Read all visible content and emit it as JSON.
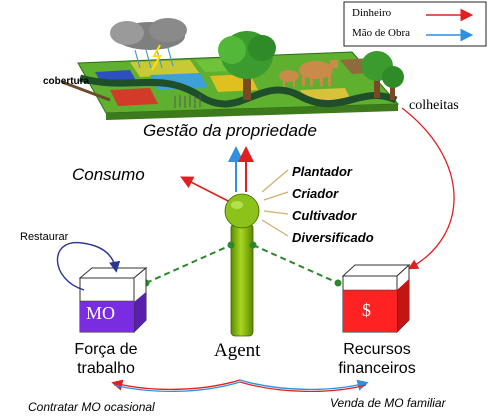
{
  "legend": {
    "money_label": "Dinheiro",
    "labor_label": "Mão de Obra",
    "money_color": "#e02020",
    "labor_color": "#2f8fe0"
  },
  "top": {
    "cover_label": "cobertura",
    "harvest_label": "colheitas",
    "property_title": "Gestão da propriedade"
  },
  "middle": {
    "consumption_label": "Consumo",
    "roles": [
      "Plantador",
      "Criador",
      "Cultivador",
      "Diversificado"
    ]
  },
  "labor_box": {
    "restore_label": "Restaurar",
    "box_text": "MO",
    "title_line1": "Força de",
    "title_line2": "trabalho",
    "color": "#7a2de0"
  },
  "agent": {
    "label": "Agent",
    "color": "#7db000"
  },
  "finance_box": {
    "box_text": "$",
    "title_line1": "Recursos",
    "title_line2": "financeiros",
    "color": "#ff2222"
  },
  "bottom": {
    "hire_label": "Contratar MO ocasional",
    "sell_label": "Venda de MO familiar"
  }
}
